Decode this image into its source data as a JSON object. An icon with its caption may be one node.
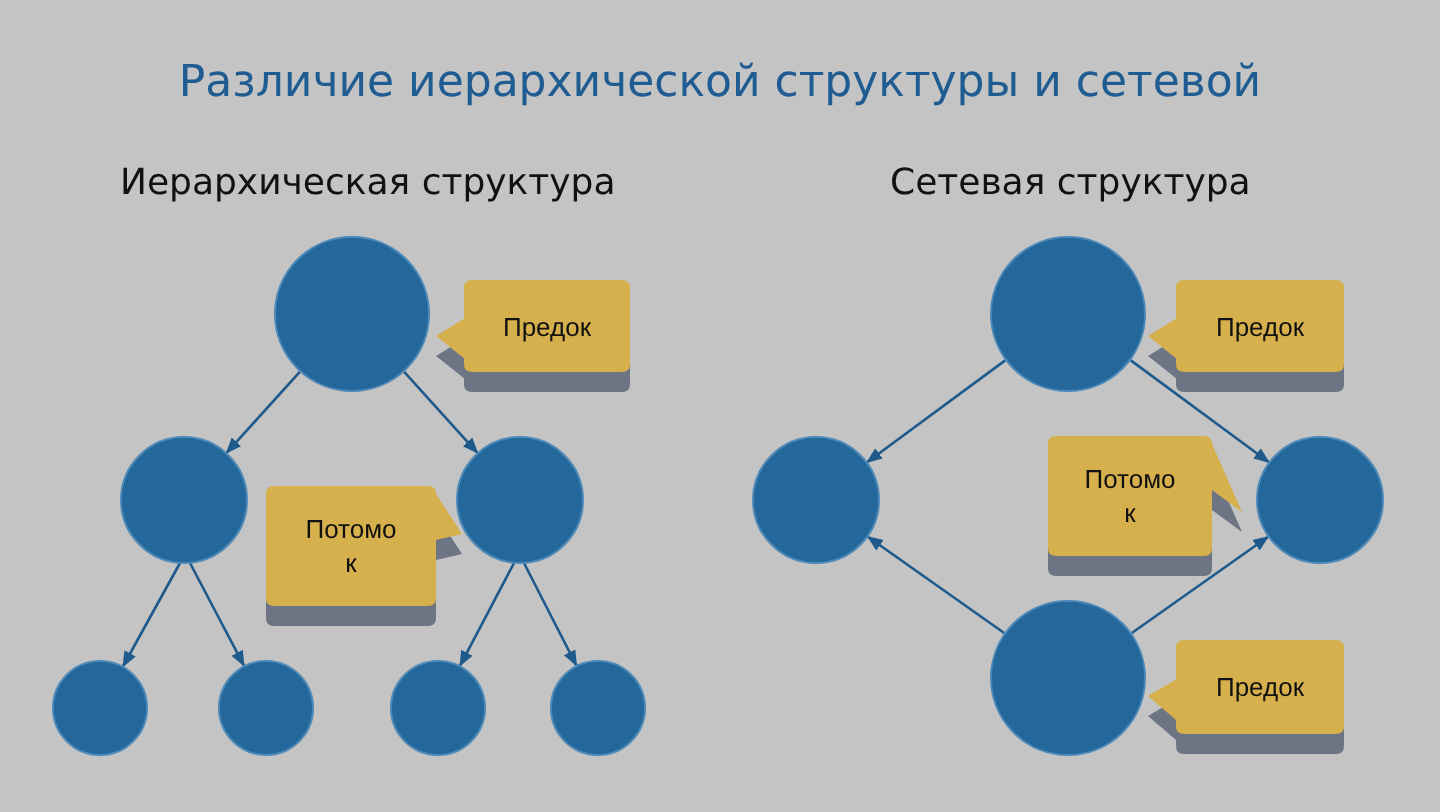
{
  "diagram": {
    "title": "Различие иерархической структуры и сетевой",
    "nodes": [
      {
        "text": [],
        "shape": "circle"
      },
      {
        "text": [
          "Предок"
        ]
      },
      {
        "text": [],
        "shape": "circle"
      },
      {
        "text": [],
        "shape": "circle"
      },
      {
        "text": [
          "Потомо к"
        ]
      },
      {
        "text": [],
        "shape": "circle"
      },
      {
        "text": [],
        "shape": "circle"
      },
      {
        "text": [],
        "shape": "circle"
      },
      {
        "text": [],
        "shape": "circle"
      },
      {
        "text": [],
        "shape": "circle"
      },
      {
        "text": [
          "Предок"
        ]
      },
      {
        "text": [],
        "shape": "circle"
      },
      {
        "text": [
          "Потомо к"
        ]
      },
      {
        "text": [],
        "shape": "circle"
      },
      {
        "text": [],
        "shape": "circle"
      },
      {
        "text": [
          "Предок"
        ]
      }
    ],
    "edges": [
      {
        "from": 0,
        "to": 2,
        "arrow": "to"
      },
      {
        "from": 0,
        "to": 3,
        "arrow": "to"
      },
      {
        "from": 2,
        "to": 5,
        "arrow": "to"
      },
      {
        "from": 2,
        "to": 6,
        "arrow": "to"
      },
      {
        "from": 3,
        "to": 7,
        "arrow": "to"
      },
      {
        "from": 3,
        "to": 8,
        "arrow": "to"
      },
      {
        "from": 9,
        "to": 11,
        "arrow": "to"
      },
      {
        "from": 9,
        "to": 13,
        "arrow": "to"
      },
      {
        "from": 14,
        "to": 11,
        "arrow": "to"
      },
      {
        "from": 14,
        "to": 13,
        "arrow": "to"
      }
    ],
    "labels": [
      "Иерархическая структура",
      "Сетевая структура"
    ]
  }
}
